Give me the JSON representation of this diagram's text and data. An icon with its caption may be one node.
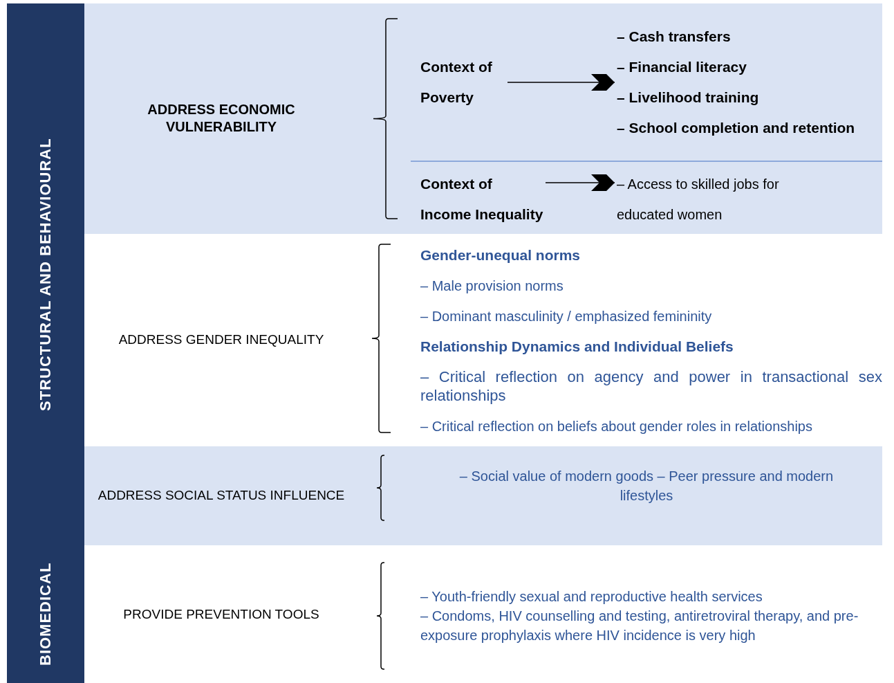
{
  "diagram": {
    "nodes": [
      {
        "text": [
          "STRUCTURAL AND BEHAVIOURAL"
        ]
      },
      {
        "text": [
          "BIOMEDICAL"
        ]
      },
      {
        "text": [
          "ADDRESS ECONOMIC VULNERABILITY"
        ]
      },
      {
        "text": [
          "Context of Poverty"
        ]
      },
      {
        "text": [
          "– Cash transfers",
          "– Financial literacy",
          "– Livelihood training",
          "– School completion and retention"
        ]
      },
      {
        "text": [
          "Context of Income Inequality"
        ]
      },
      {
        "text": [
          "– Access to skilled jobs for educated women"
        ]
      },
      {
        "text": [
          "ADDRESS GENDER INEQUALITY"
        ]
      },
      {
        "text": [
          "ADDRESS SOCIAL STATUS INFLUENCE"
        ]
      },
      {
        "text": [
          "PROVIDE PREVENTION TOOLS"
        ]
      }
    ],
    "edges": [
      {
        "from": 3,
        "to": 4,
        "arrow": "to"
      },
      {
        "from": 5,
        "to": 6,
        "arrow": "to"
      }
    ],
    "labels": [
      "Gender-unequal norms",
      "– Male provision norms",
      "– Dominant masculinity / emphasized femininity",
      "Relationship Dynamics and Individual Beliefs",
      "– Critical reflection on agency and power in transactional sex relationships",
      "– Critical reflection on beliefs about gender roles in relationships",
      "– Social value of modern goods – Peer pressure and modern lifestyles",
      "– Youth-friendly sexual and reproductive health services",
      "– Condoms, HIV counselling and testing, antiretroviral therapy, and pre-exposure prophylaxis where HIV incidence is very high"
    ]
  }
}
